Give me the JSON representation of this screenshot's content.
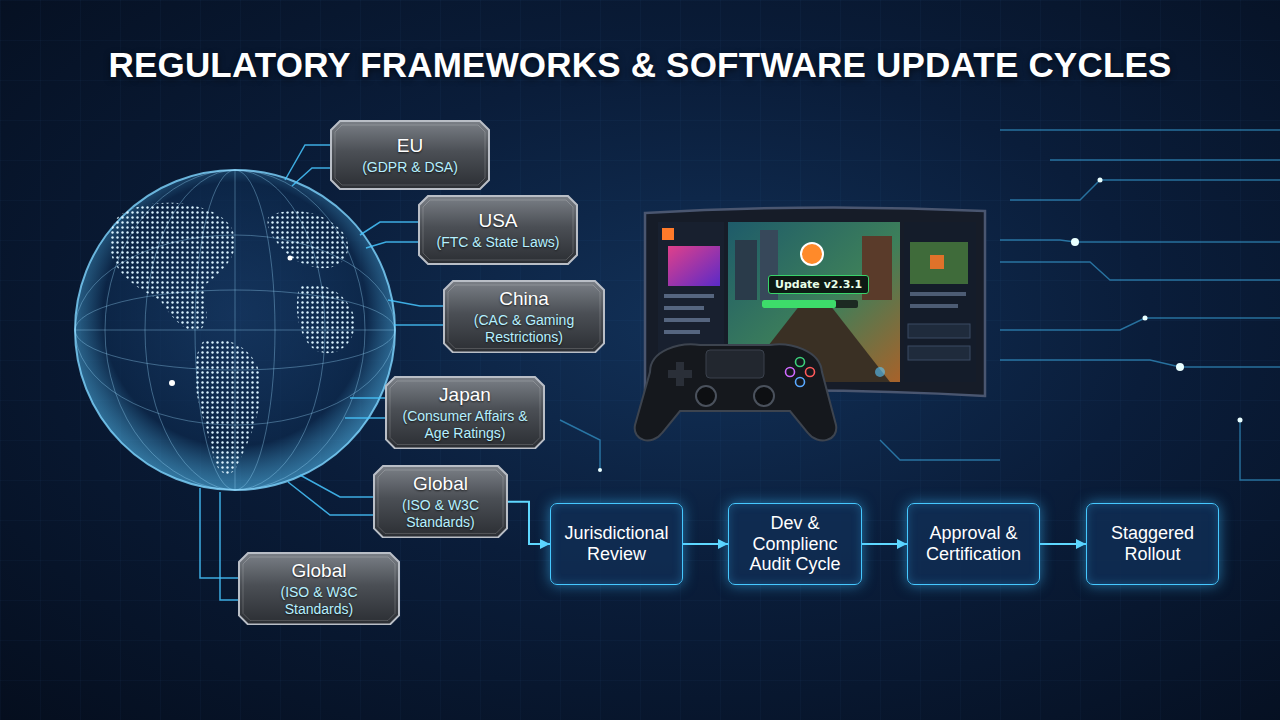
{
  "diagram": {
    "title": "REGULATORY FRAMEWORKS & SOFTWARE UPDATE CYCLES",
    "nodes": [
      {
        "text": [
          "EU",
          "(GDPR & DSA)"
        ]
      },
      {
        "text": [
          "USA",
          "(FTC & State Laws)"
        ]
      },
      {
        "text": [
          "China",
          "(CAC & Gaming Restrictions)"
        ]
      },
      {
        "text": [
          "Japan",
          "(Consumer Affairs & Age Ratings)"
        ]
      },
      {
        "text": [
          "Global",
          "(ISO & W3C Standards)"
        ]
      },
      {
        "text": [
          "Global",
          "(ISO & W3C Standards)"
        ]
      },
      {
        "text": [
          "Jurisdictional Review"
        ]
      },
      {
        "text": [
          "Dev & Complienc Audit Cycle"
        ]
      },
      {
        "text": [
          "Approval & Certification"
        ]
      },
      {
        "text": [
          "Staggered Rollout"
        ]
      }
    ],
    "edges": [
      {
        "from": 4,
        "to": 6,
        "arrow": "to"
      },
      {
        "from": 6,
        "to": 7,
        "arrow": "to"
      },
      {
        "from": 7,
        "to": 8,
        "arrow": "to"
      },
      {
        "from": 8,
        "to": 9,
        "arrow": "to"
      }
    ],
    "labels": [
      "Update v2.3.1"
    ]
  }
}
